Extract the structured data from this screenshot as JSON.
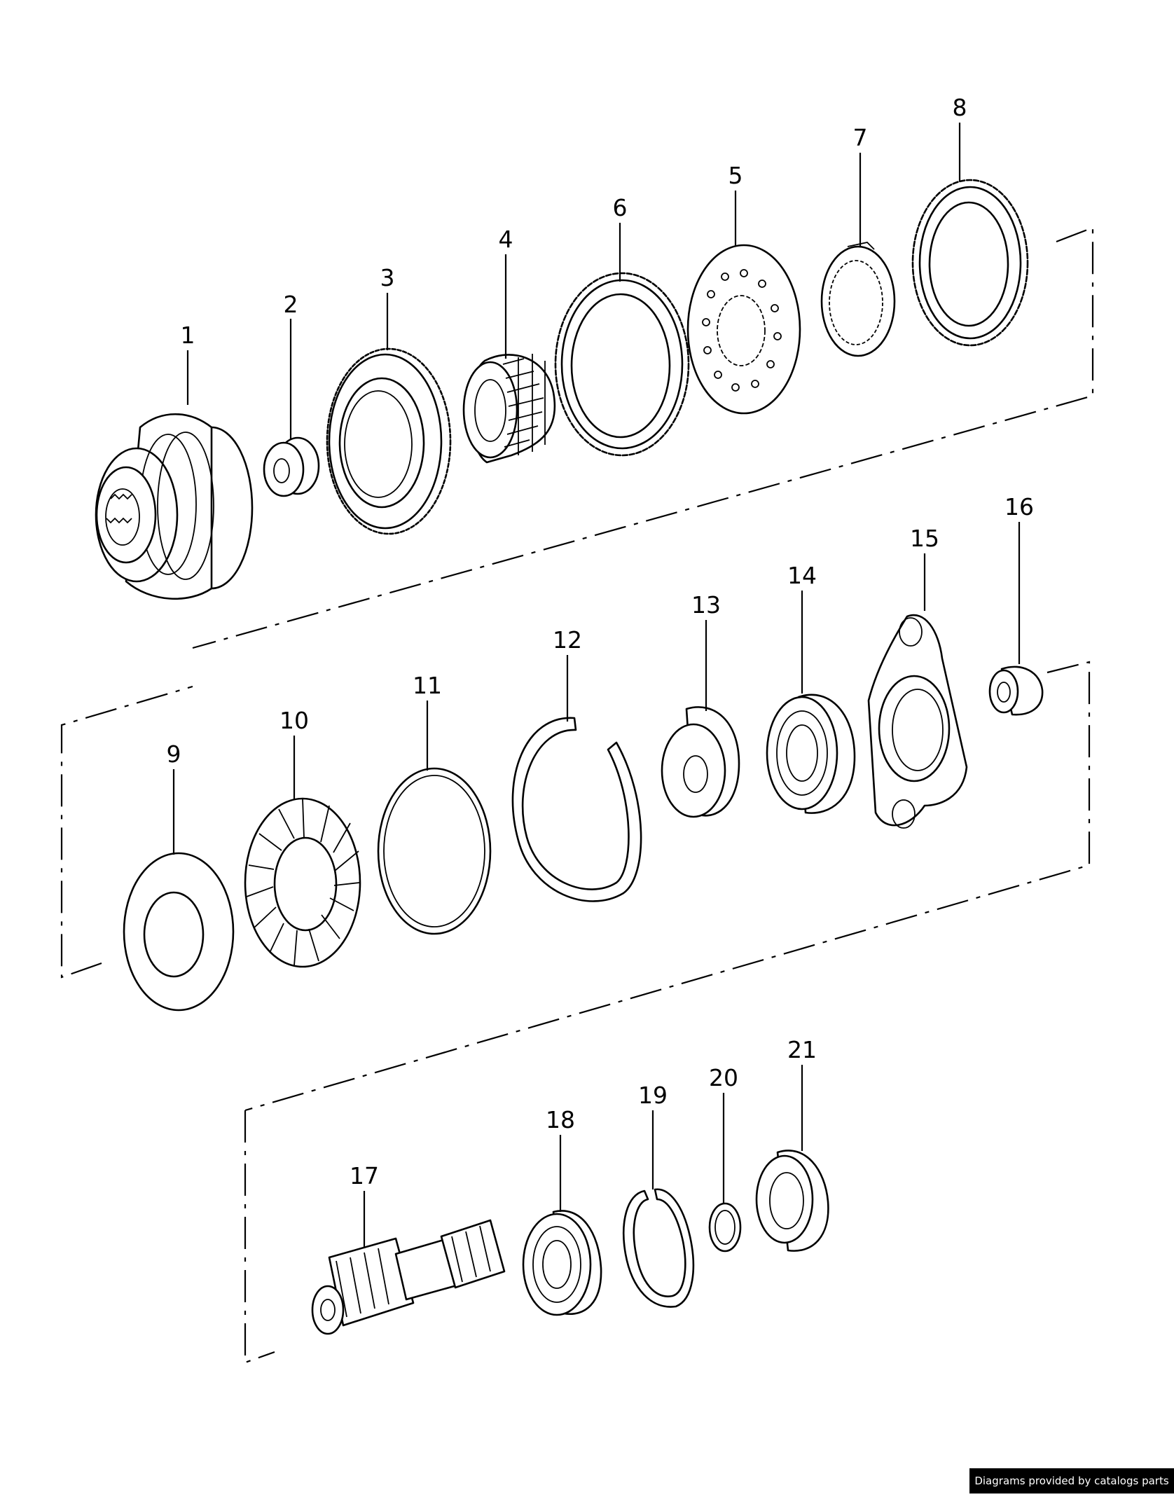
{
  "callouts": [
    {
      "id": "1",
      "label": "1"
    },
    {
      "id": "2",
      "label": "2"
    },
    {
      "id": "3",
      "label": "3"
    },
    {
      "id": "4",
      "label": "4"
    },
    {
      "id": "5",
      "label": "5"
    },
    {
      "id": "6",
      "label": "6"
    },
    {
      "id": "7",
      "label": "7"
    },
    {
      "id": "8",
      "label": "8"
    },
    {
      "id": "9",
      "label": "9"
    },
    {
      "id": "10",
      "label": "10"
    },
    {
      "id": "11",
      "label": "11"
    },
    {
      "id": "12",
      "label": "12"
    },
    {
      "id": "13",
      "label": "13"
    },
    {
      "id": "14",
      "label": "14"
    },
    {
      "id": "15",
      "label": "15"
    },
    {
      "id": "16",
      "label": "16"
    },
    {
      "id": "17",
      "label": "17"
    },
    {
      "id": "18",
      "label": "18"
    },
    {
      "id": "19",
      "label": "19"
    },
    {
      "id": "20",
      "label": "20"
    },
    {
      "id": "21",
      "label": "21"
    }
  ],
  "credit": "Diagrams provided by catalogs parts"
}
